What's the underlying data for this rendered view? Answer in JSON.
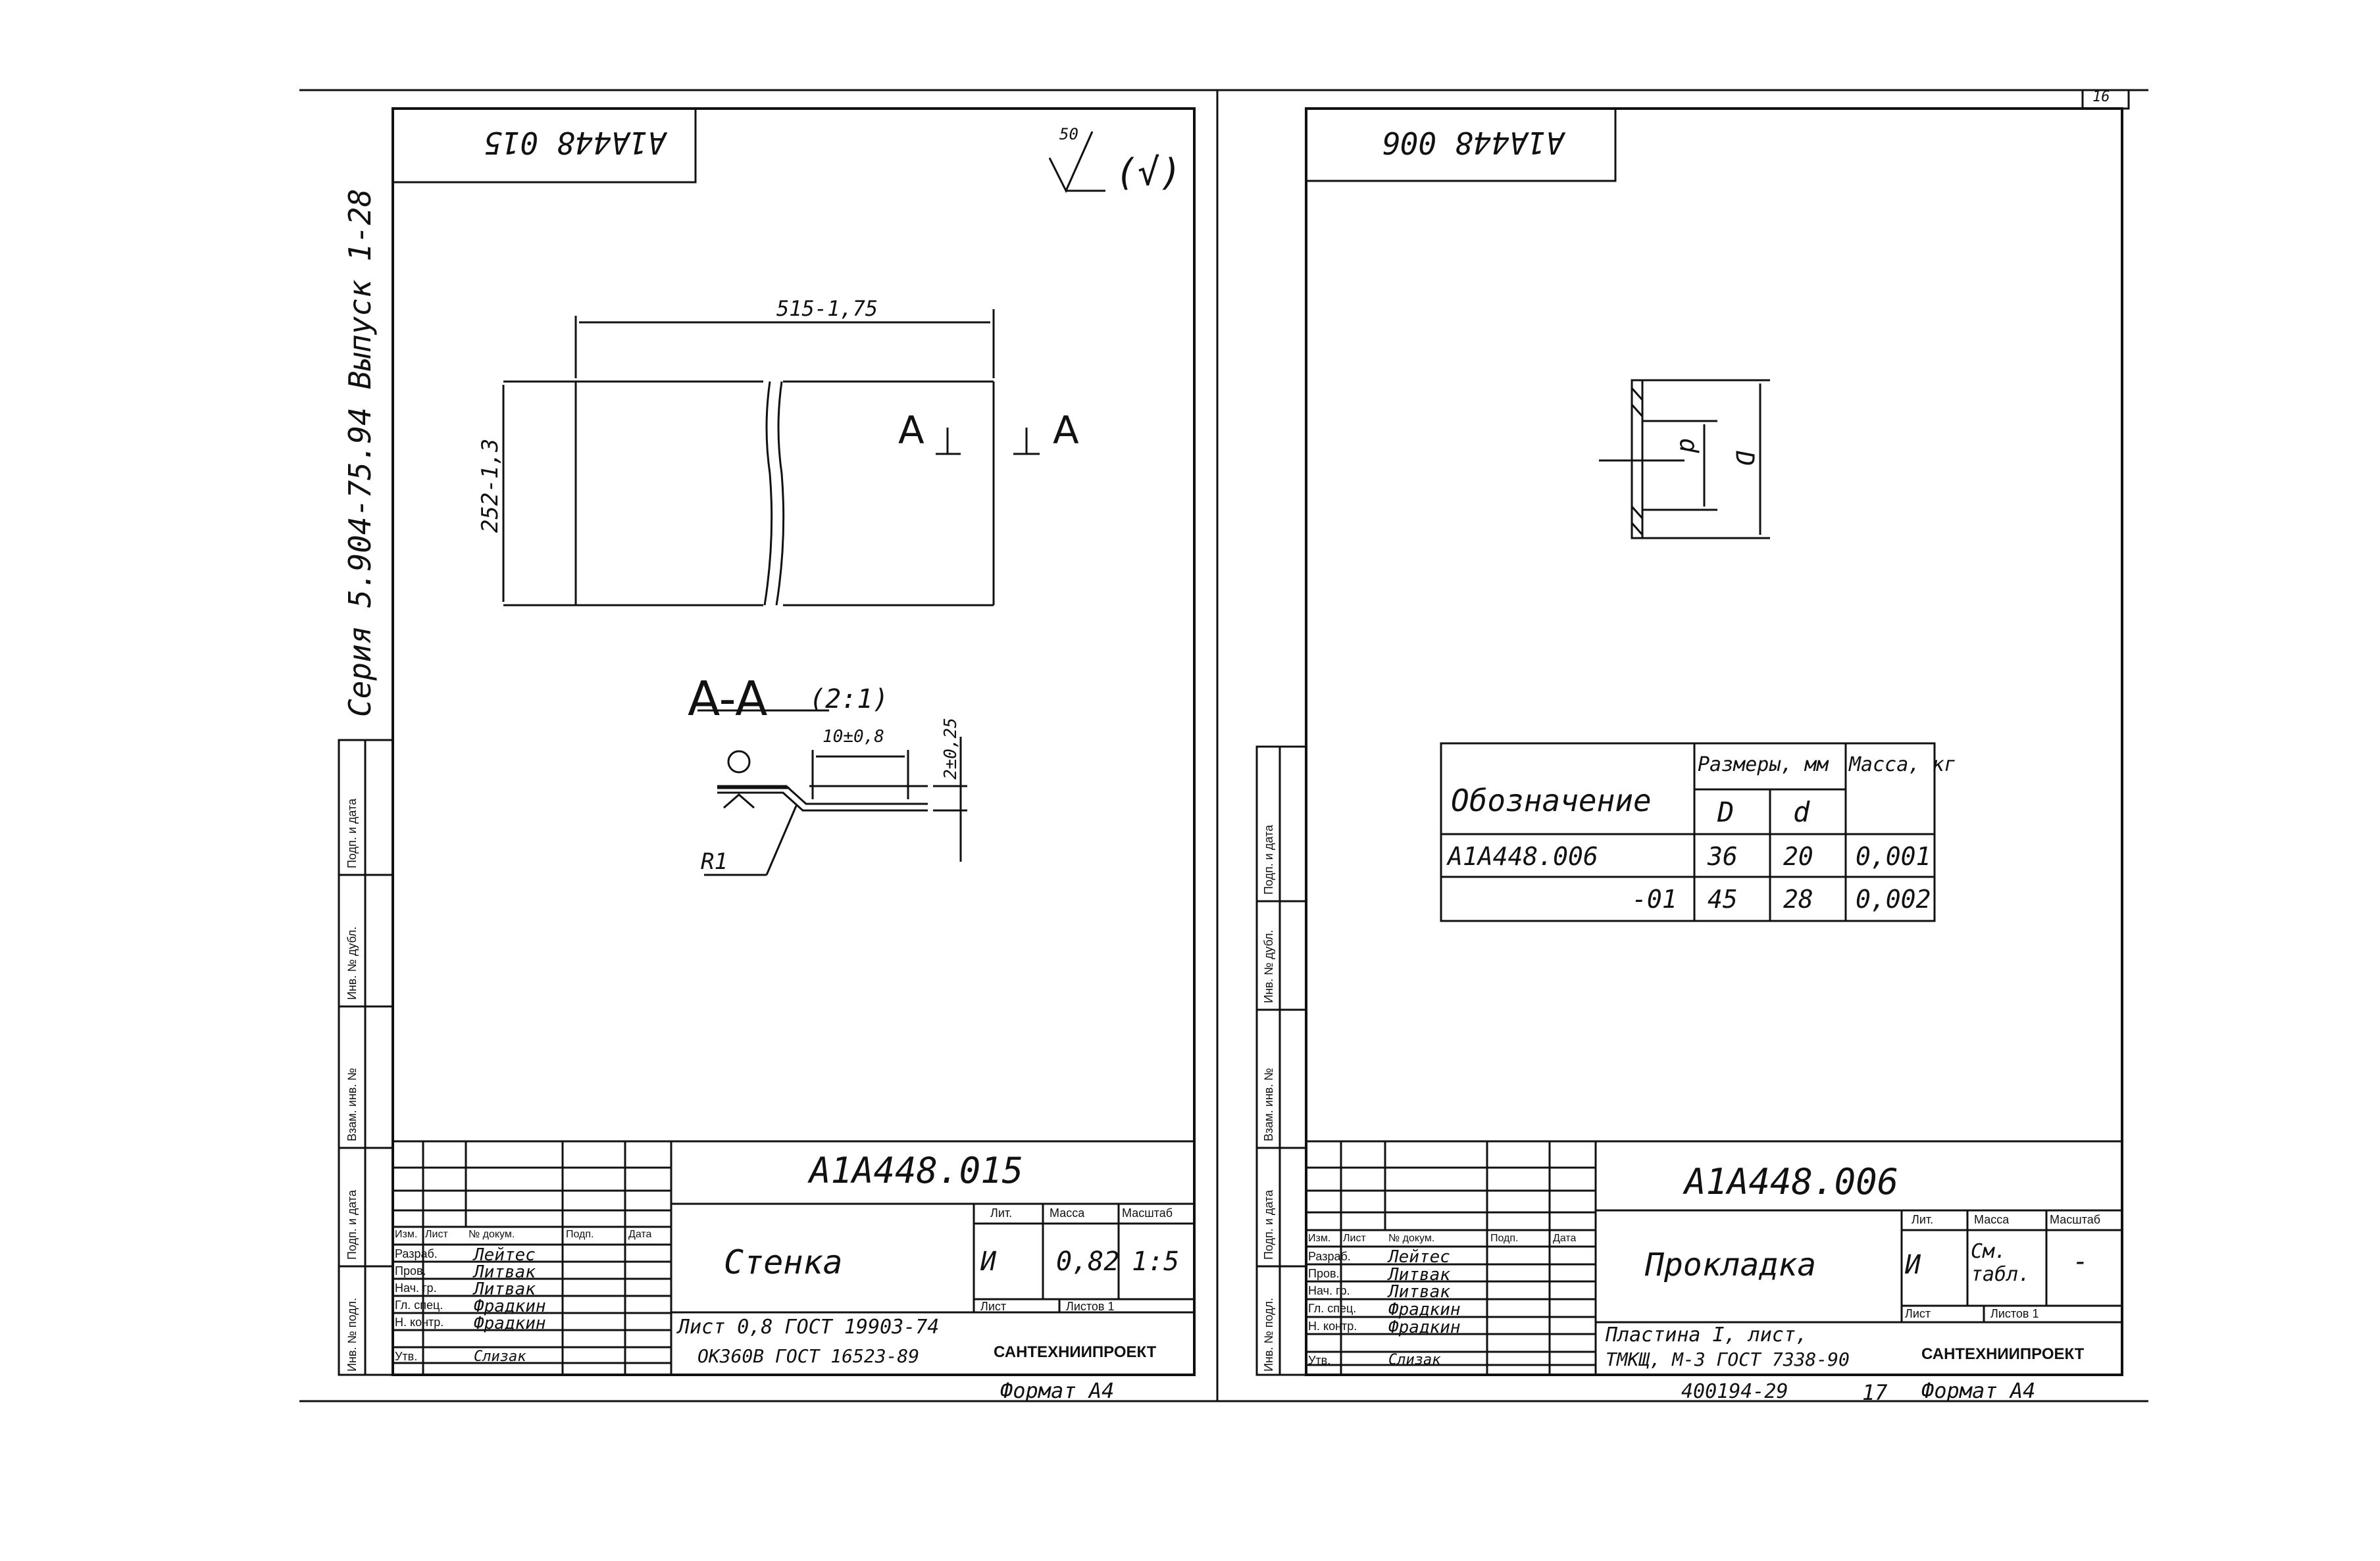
{
  "series_label": "Серия 5.904-75.94 Выпуск 1-28",
  "sheet_number_top": "16",
  "side_stamp": [
    "Подп. и дата",
    "Инв. № дубл.",
    "Взам. инв. №",
    "Подп. и дата",
    "Инв. № подл."
  ],
  "left": {
    "mirror_code": "А1А448 015",
    "roughness": "50",
    "roughness_rest": "(√)",
    "dim_width": "515-1,75",
    "dim_height": "252-1,3",
    "section_mark": "A",
    "section_title": "A-A",
    "section_scale": "(2:1)",
    "dim_flange": "10±0,8",
    "dim_offset": "2±0,25",
    "radius": "R1",
    "title_block": {
      "designation": "А1А448.015",
      "name": "Стенка",
      "headers": [
        "Изм.",
        "Лист",
        "№ докум.",
        "Подп.",
        "Дата"
      ],
      "roles": [
        "Разраб.",
        "Пров.",
        "Нач. гр.",
        "Гл. спец.",
        "Н. контр.",
        "Утв."
      ],
      "names": [
        "Лейтес",
        "Литвак",
        "Литвак",
        "Фрадкин",
        "Фрадкин",
        "Слизак"
      ],
      "lit": "Лит.",
      "mass": "Масса",
      "scale": "Масштаб",
      "lit_value": "И",
      "mass_value": "0,82",
      "scale_value": "1:5",
      "sheet": "Лист",
      "sheets": "Листов 1",
      "material_1": "Лист 0,8 ГОСТ 19903-74",
      "material_2": "ОК360В ГОСТ 16523-89",
      "org": "САНТЕХНИИПРОЕКТ"
    },
    "format": "Формат А4"
  },
  "right": {
    "mirror_code": "А1А448 006",
    "dim_D": "D",
    "dim_d": "d",
    "table": {
      "col_designation": "Обозначение",
      "col_sizes": "Размеры, мм",
      "col_mass": "Масса, кг",
      "col_D": "D",
      "col_d": "d",
      "rows": [
        {
          "designation": "А1А448.006",
          "D": "36",
          "d": "20",
          "mass": "0,001"
        },
        {
          "designation": "-01",
          "D": "45",
          "d": "28",
          "mass": "0,002"
        }
      ]
    },
    "title_block": {
      "designation": "А1А448.006",
      "name": "Прокладка",
      "headers": [
        "Изм.",
        "Лист",
        "№ докум.",
        "Подп.",
        "Дата"
      ],
      "roles": [
        "Разраб.",
        "Пров.",
        "Нач. гр.",
        "Гл. спец.",
        "Н. контр.",
        "Утв."
      ],
      "names": [
        "Лейтес",
        "Литвак",
        "Литвак",
        "Фрадкин",
        "Фрадкин",
        "Слизак"
      ],
      "lit": "Лит.",
      "mass": "Масса",
      "scale": "Масштаб",
      "lit_value": "И",
      "mass_value": "См. табл.",
      "scale_value": "-",
      "sheet": "Лист",
      "sheets": "Листов 1",
      "material_1": "Пластина I, лист,",
      "material_2": "ТМКЩ, М-3 ГОСТ 7338-90",
      "org": "САНТЕХНИИПРОЕКТ"
    },
    "footer_code": "400194-29",
    "footer_page": "17",
    "format": "Формат А4"
  }
}
